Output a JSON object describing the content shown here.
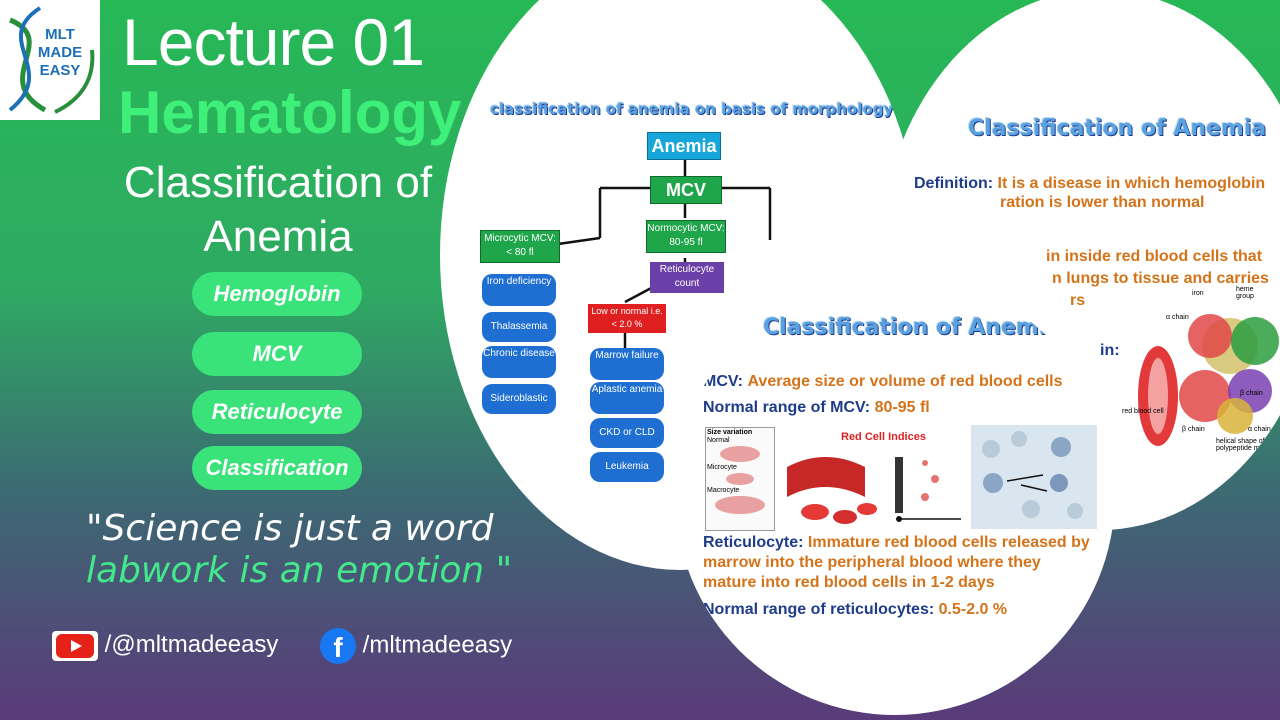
{
  "logo": {
    "line1": "MLT",
    "line2": "MADE",
    "line3": "EASY"
  },
  "heading": {
    "lecture": "Lecture 01",
    "subject": "Hematology",
    "topic_line1": "Classification of",
    "topic_line2": "Anemia"
  },
  "pills": [
    "Hemoglobin",
    "MCV",
    "Reticulocyte",
    "Classification"
  ],
  "quote": {
    "line1": "\"Science is just a word",
    "line2": "labwork is an emotion \""
  },
  "social": {
    "youtube": "/@mltmadeeasy",
    "facebook": "/mltmadeeasy"
  },
  "slide1": {
    "title": "classification of anemia on basis of morphology",
    "anemia": "Anemia",
    "mcv": "MCV",
    "microcytic": "Microcytic MCV: < 80 fl",
    "normocytic": "Normocytic MCV: 80-95 fl",
    "reticulocyte": "Reticulocyte count",
    "low_normal": "Low or normal i.e. < 2.0 %",
    "micro_items": [
      "Iron deficiency",
      "Thalassemia",
      "Chronic disease",
      "Sideroblastic"
    ],
    "normo_items": [
      "Marrow failure",
      "Aplastic anemia",
      "CKD or CLD",
      "Leukemia"
    ]
  },
  "slide2": {
    "title": "Classification of Anemia",
    "mcv_label": "MCV:",
    "mcv_text": "Average size or volume of red blood cells",
    "mcv_range_label": "Normal range of MCV:",
    "mcv_range": "80-95 fl",
    "indices_title": "Red Cell Indices",
    "size_variation": "Size variation",
    "sizes": [
      "Normal",
      "Microcyte",
      "Macrocyte"
    ],
    "retic_label": "Reticulocyte:",
    "retic_text1": "Immature red blood cells released by",
    "retic_text2": "marrow into the peripheral blood where they",
    "retic_text3": "mature into red blood cells in 1-2 days",
    "retic_range_label": "Normal range of reticulocytes:",
    "retic_range": "0.5-2.0 %"
  },
  "slide3": {
    "title": "Classification of Anemia",
    "def_label": "Definition:",
    "def_text1": "It is a disease in which hemoglobin",
    "def_text2": "ration is lower than normal",
    "text3": "in inside red blood cells that",
    "text4": "n lungs to tissue and carries",
    "text5": "rs",
    "text6": "in:",
    "labels": [
      "iron",
      "heme group",
      "α chain",
      "β chain",
      "red blood cell",
      "β chain",
      "α chain",
      "helical shape of the polypeptide molecule"
    ]
  },
  "colors": {
    "accent_green": "#39e37a",
    "title_blue": "#5aa1e0",
    "orange_text": "#d4731a",
    "navy_text": "#1e3c8a"
  }
}
